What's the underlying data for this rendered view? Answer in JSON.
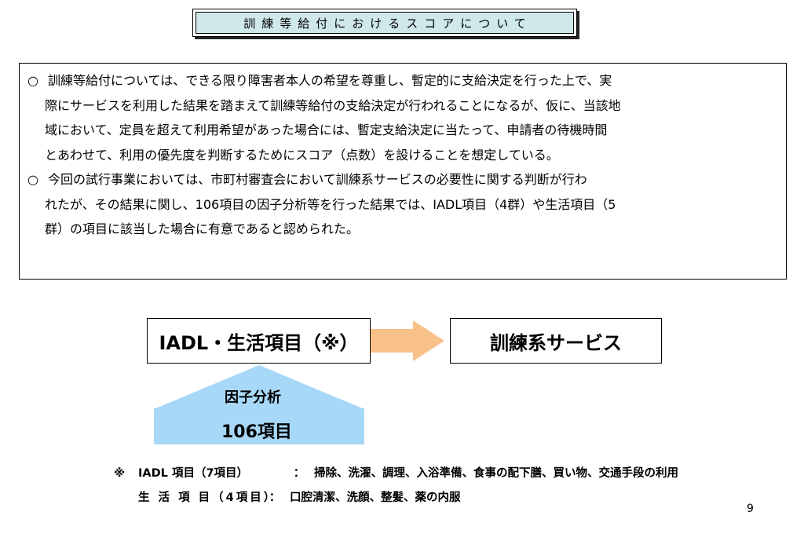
{
  "title": "訓練等給付におけるスコアについて",
  "paragraphs": [
    {
      "bullet": "○",
      "lines": [
        "訓練等給付については、できる限り障害者本人の希望を尊重し、暫定的に支給決定を行った上で、実",
        "際にサービスを利用した結果を踏まえて訓練等給付の支給決定が行われることになるが、仮に、当該地",
        "域において、定員を超えて利用希望があった場合には、暫定支給決定に当たって、申請者の待機時間",
        "とあわせて、利用の優先度を判断するためにスコア（点数）を設けることを想定している。"
      ]
    },
    {
      "bullet": "○",
      "lines": [
        "今回の試行事業においては、市町村審査会において訓練系サービスの必要性に関する判断が行わ",
        "れたが、その結果に関し、106項目の因子分析等を行った結果では、IADL項目（4群）や生活項目（5",
        "群）の項目に該当した場合に有意であると認められた。"
      ]
    }
  ],
  "diagram": {
    "box_left": "IADL・生活項目（※）",
    "box_right": "訓練系サービス",
    "label_factor": "因子分析",
    "label_items": "106項目",
    "colors": {
      "right_arrow": "#f9c18a",
      "up_arrow": "#a8d8f8",
      "title_bg": "#cfe8ea"
    }
  },
  "notes": {
    "mark": "※",
    "rows": [
      {
        "key": "IADL 項目（7項目）",
        "sep": "：",
        "value": "掃除、洗濯、調理、入浴準備、食事の配下膳、買い物、交通手段の利用"
      },
      {
        "key": "生 活 項 目（4項目）",
        "sep": "：",
        "value": "口腔清潔、洗顔、整髪、薬の内服"
      }
    ]
  },
  "page_number": "9"
}
